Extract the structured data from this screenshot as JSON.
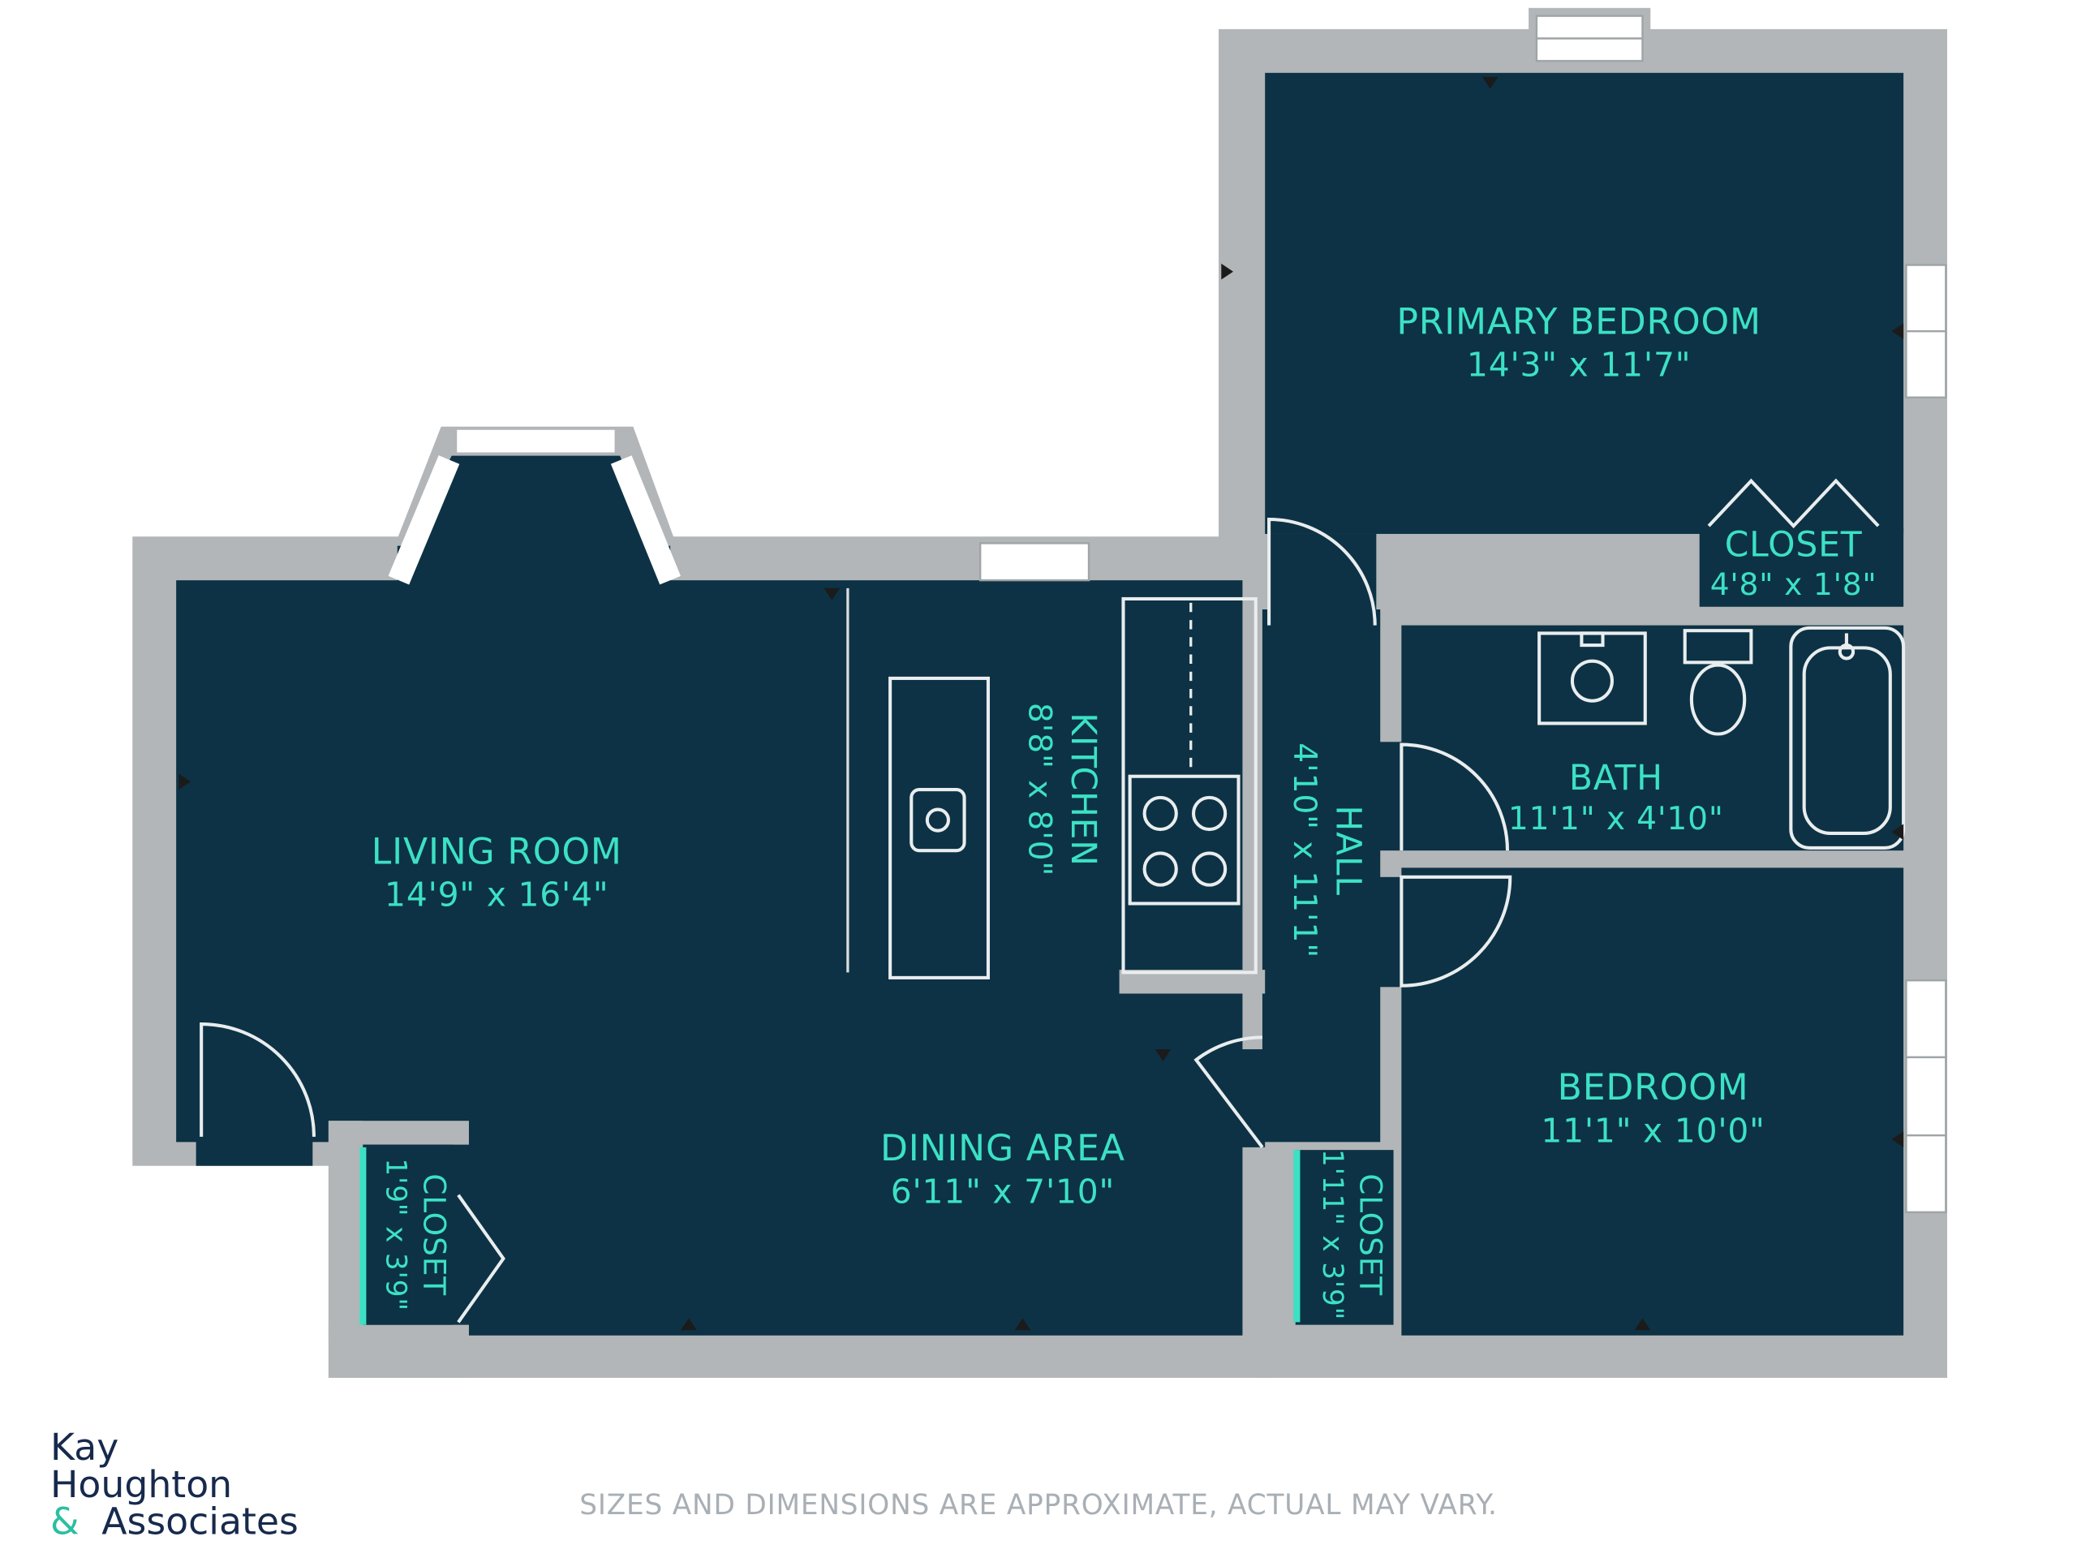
{
  "colors": {
    "floor_navy": "#0d3245",
    "wall_gray": "#b2b6b8",
    "label_teal": "#3ce1c4",
    "fixture_line": "#e9edee",
    "logo_navy": "#172a4d",
    "logo_teal": "#2bbfa0",
    "footer_gray": "#a8afb5",
    "background": "#ffffff"
  },
  "rooms": {
    "primary_bedroom": {
      "name": "PRIMARY BEDROOM",
      "dims": "14'3\" x 11'7\""
    },
    "primary_closet": {
      "name": "CLOSET",
      "dims": "4'8\" x 1'8\""
    },
    "living_room": {
      "name": "LIVING ROOM",
      "dims": "14'9\" x 16'4\""
    },
    "kitchen": {
      "name": "KITCHEN",
      "dims": "8'8\" x 8'0\""
    },
    "hall": {
      "name": "HALL",
      "dims": "4'10\" x 11'1\""
    },
    "bath": {
      "name": "BATH",
      "dims": "11'1\" x 4'10\""
    },
    "bedroom": {
      "name": "BEDROOM",
      "dims": "11'1\" x 10'0\""
    },
    "dining_area": {
      "name": "DINING AREA",
      "dims": "6'11\" x 7'10\""
    },
    "closet_left": {
      "name": "CLOSET",
      "dims": "1'9\" x 3'9\""
    },
    "closet_hall": {
      "name": "CLOSET",
      "dims": "1'11\" x 3'9\""
    }
  },
  "branding": {
    "line1": "Kay",
    "line2": "Houghton",
    "ampersand": "&",
    "line3": "Associates"
  },
  "disclaimer": "SIZES AND DIMENSIONS ARE APPROXIMATE, ACTUAL MAY VARY."
}
